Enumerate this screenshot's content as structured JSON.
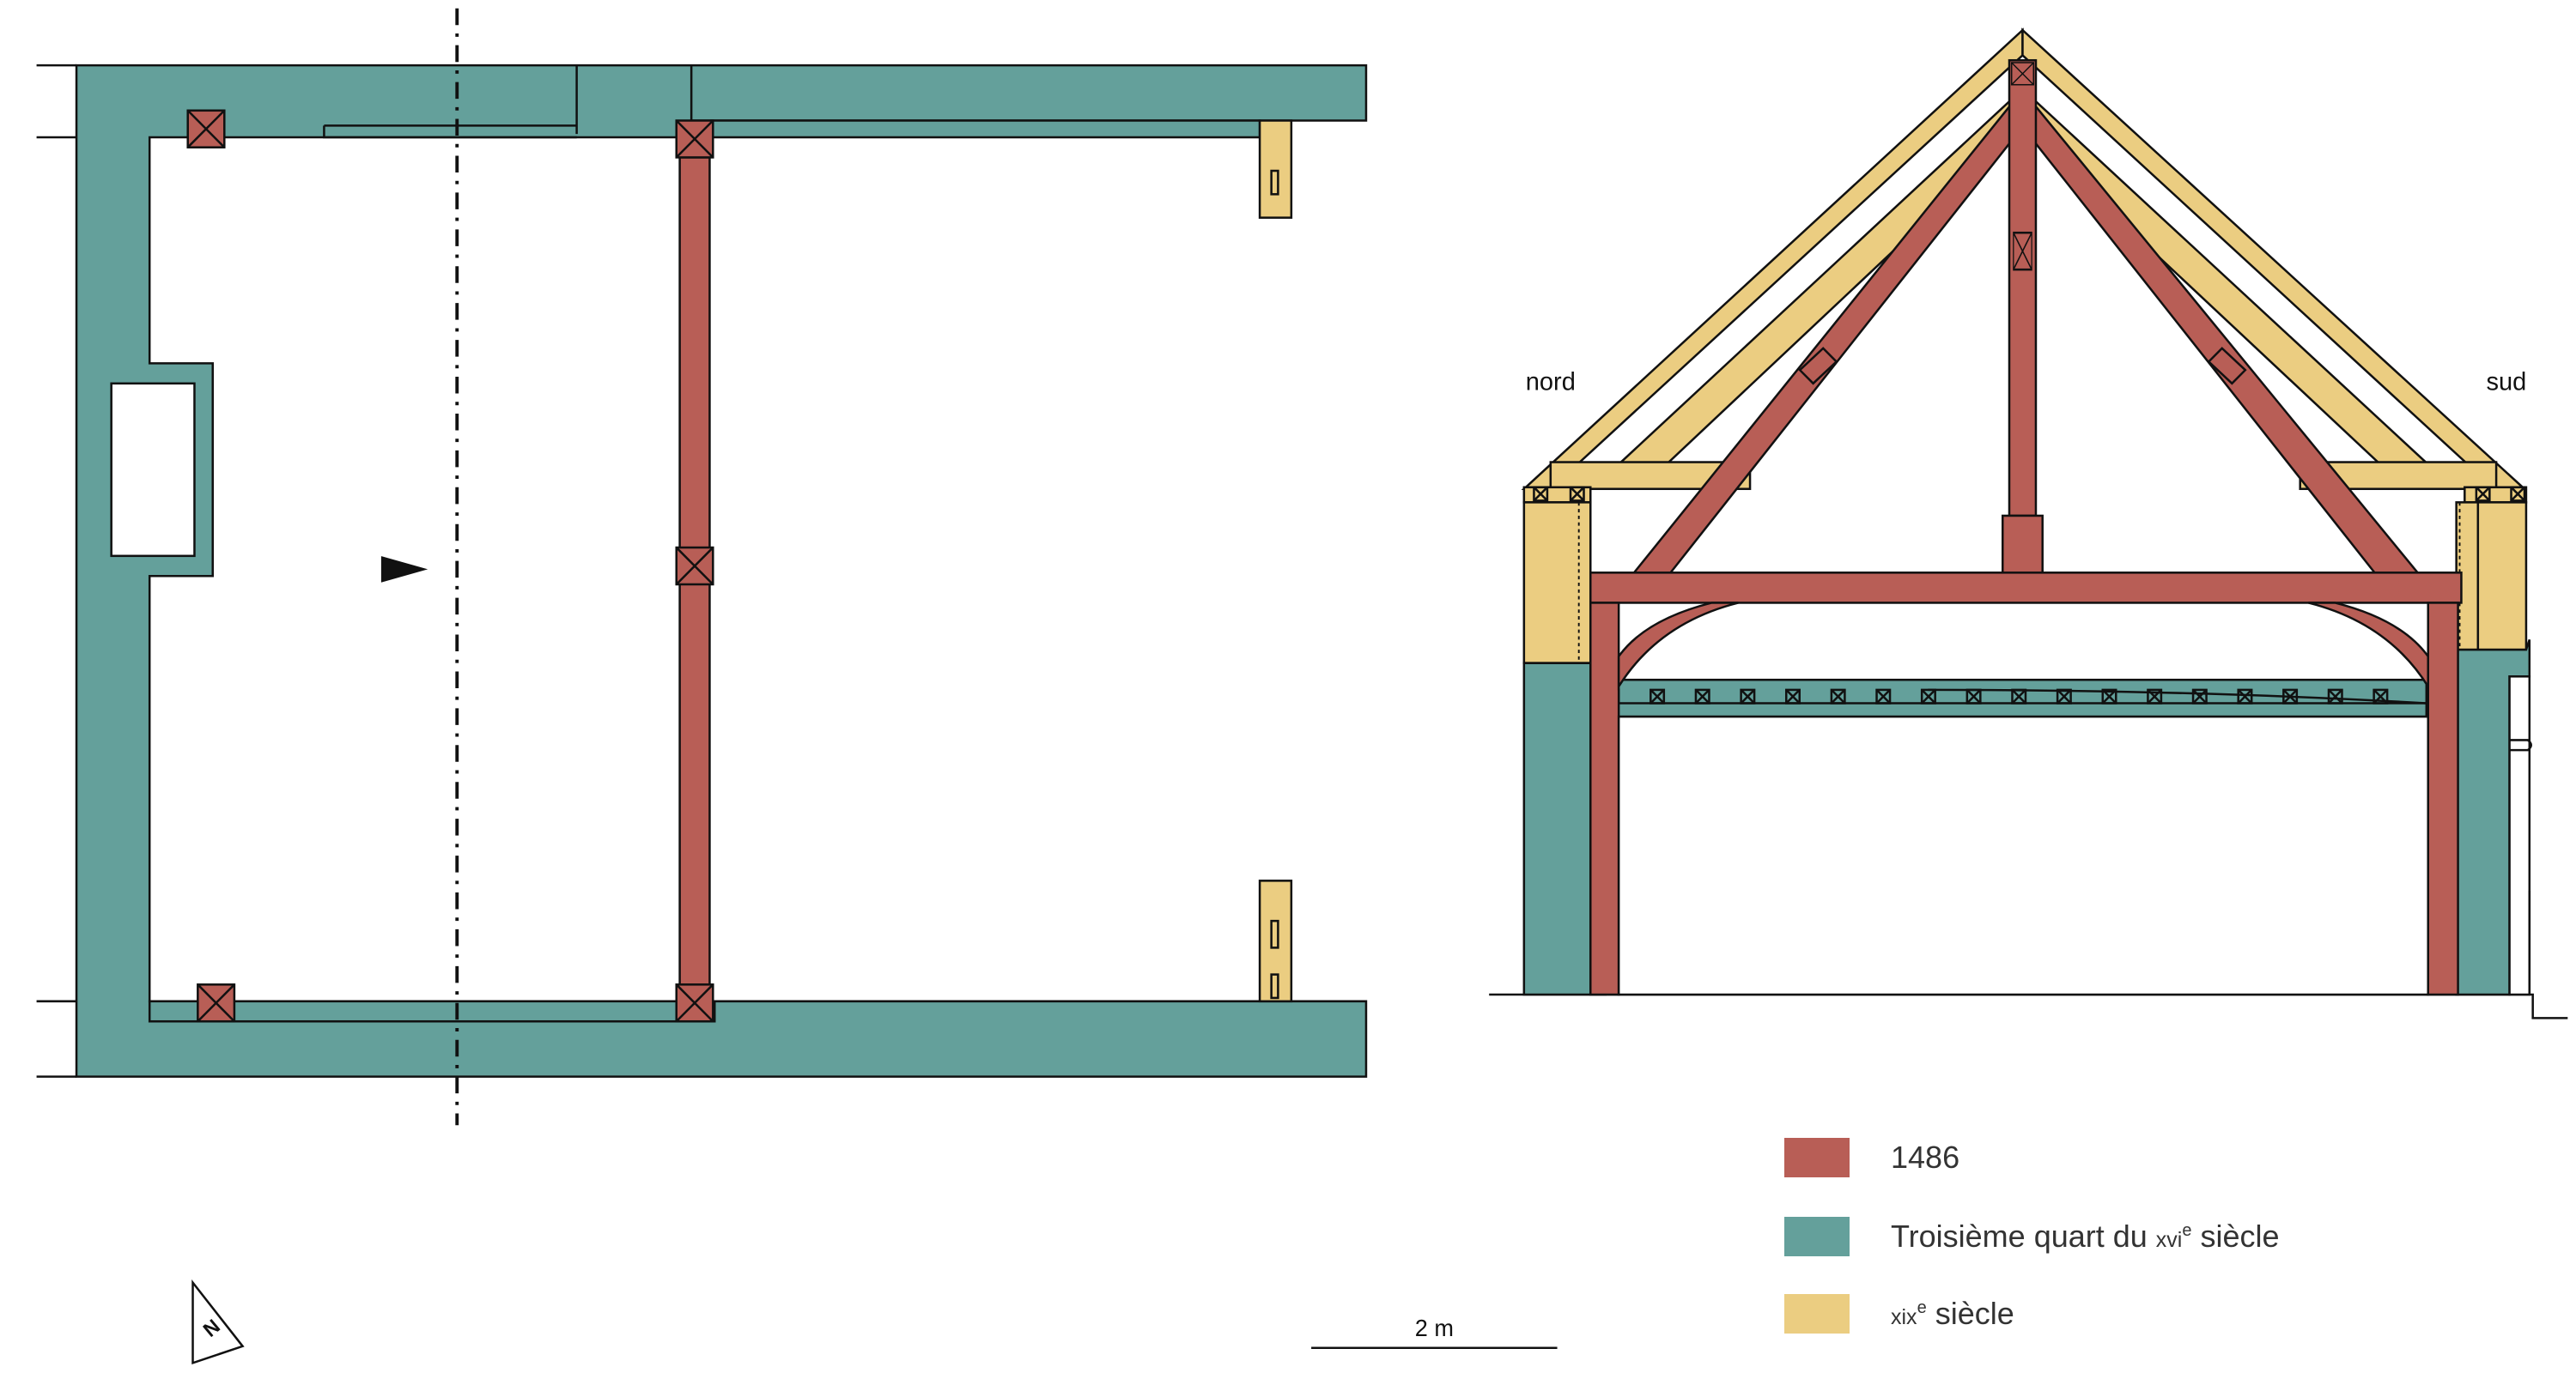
{
  "section_labels": {
    "north": "nord",
    "south": "sud"
  },
  "scale": {
    "label": "2 m"
  },
  "compass": {
    "letter": "N"
  },
  "colors": {
    "phase_1486": "#B85E56",
    "phase_16th": "#64A09B",
    "phase_19th": "#EBCD81",
    "line": "#111111"
  },
  "legend": {
    "items": [
      {
        "label": "1486"
      },
      {
        "label_main": "Troisième quart du ",
        "label_century": "xvi",
        "label_sup": "e",
        "label_end": " siècle"
      },
      {
        "label_century": "xix",
        "label_sup": "e",
        "label_end": " siècle"
      }
    ]
  }
}
